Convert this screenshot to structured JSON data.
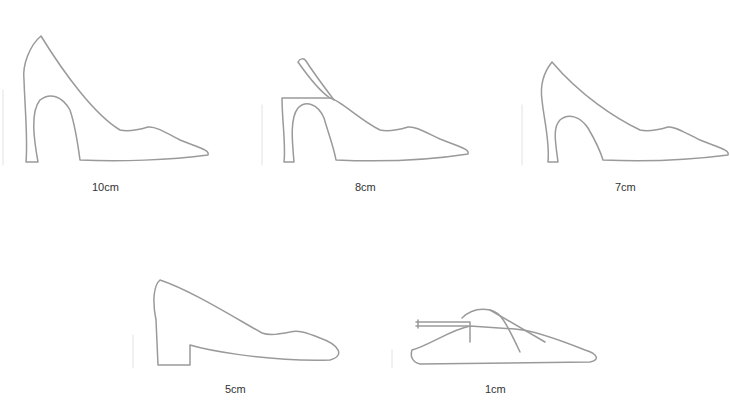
{
  "diagram": {
    "labels": [
      "10cm",
      "8cm",
      "7cm",
      "5cm",
      "1cm"
    ]
  }
}
